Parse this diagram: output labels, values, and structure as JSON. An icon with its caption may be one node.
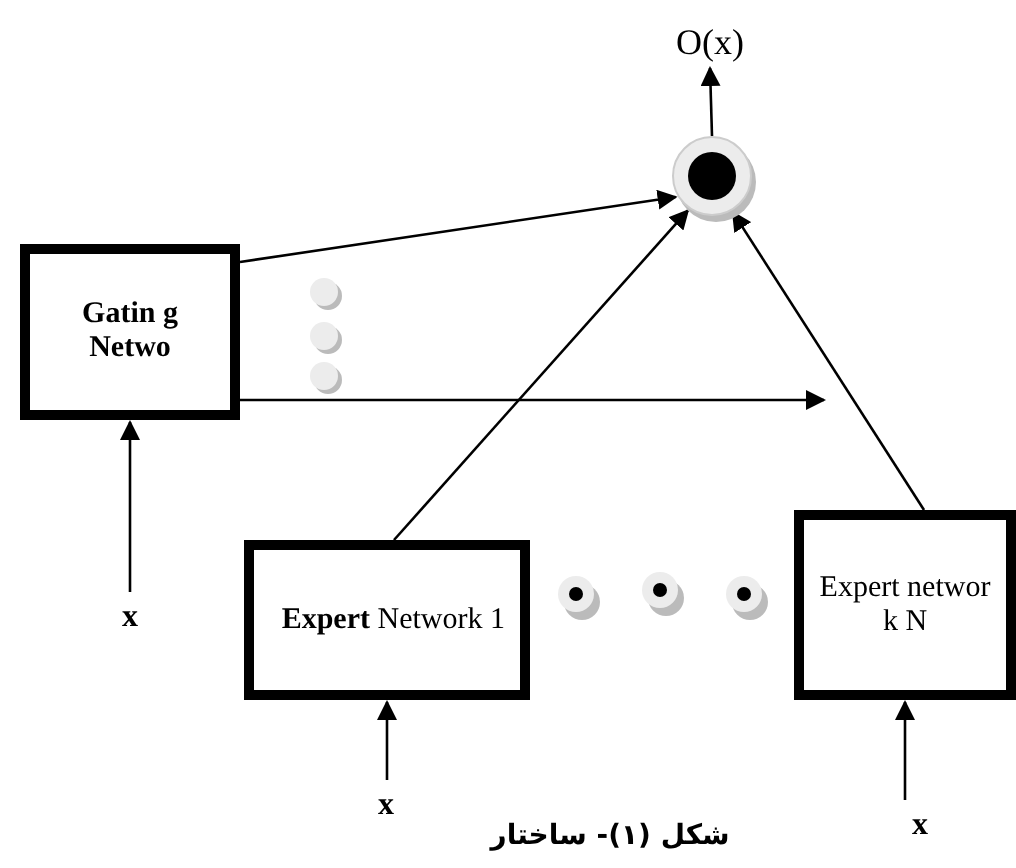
{
  "diagram": {
    "caption": "شکل (۱)- ساختار",
    "nodes": [
      {
        "text": [
          "O(x)"
        ]
      },
      {
        "text": [],
        "shape": "circle"
      },
      {
        "text": [
          "Gatin g Netwo"
        ]
      },
      {
        "text": [
          "**Expert** Network 1"
        ]
      },
      {
        "text": [
          "Expert networ k N"
        ]
      },
      {
        "text": [
          "x"
        ]
      },
      {
        "text": [
          "x"
        ]
      },
      {
        "text": [
          "x"
        ]
      }
    ],
    "edges": [
      {
        "from": 1,
        "to": 0,
        "arrow": "to"
      },
      {
        "from": 2,
        "to": 1,
        "arrow": "to"
      },
      {
        "from": 2,
        "to": null,
        "arrow": "to"
      },
      {
        "from": 3,
        "to": 1,
        "arrow": "to"
      },
      {
        "from": 4,
        "to": 1,
        "arrow": "to"
      },
      {
        "from": 5,
        "to": 2,
        "arrow": "to"
      },
      {
        "from": 6,
        "to": 3,
        "arrow": "to"
      },
      {
        "from": 7,
        "to": 4,
        "arrow": "to"
      }
    ]
  }
}
